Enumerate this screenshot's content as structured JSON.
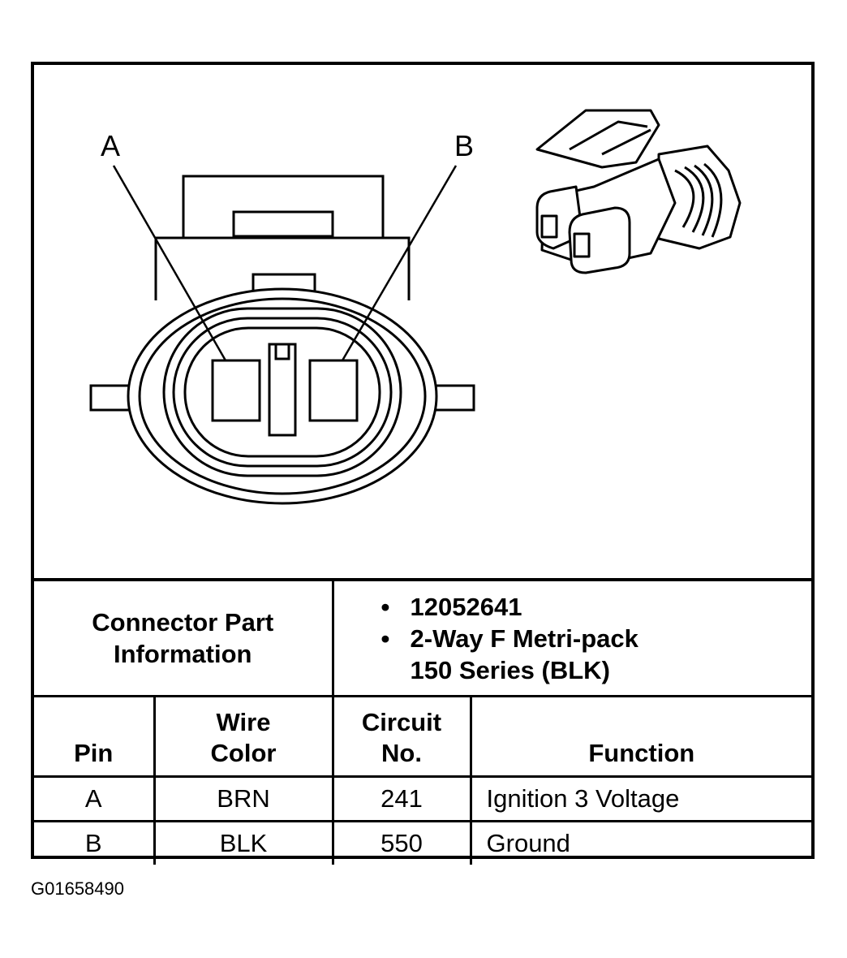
{
  "diagram": {
    "pin_a_label": "A",
    "pin_b_label": "B"
  },
  "connector_info": {
    "label_line1": "Connector Part",
    "label_line2": "Information",
    "part_number": "12052641",
    "description_line1": "2-Way F Metri-pack",
    "description_line2": "150 Series (BLK)"
  },
  "table": {
    "headers": {
      "pin": "Pin",
      "wire_color_line1": "Wire",
      "wire_color_line2": "Color",
      "circuit_line1": "Circuit",
      "circuit_line2": "No.",
      "function": "Function"
    },
    "rows": [
      {
        "pin": "A",
        "wire_color": "BRN",
        "circuit": "241",
        "function": "Ignition 3 Voltage"
      },
      {
        "pin": "B",
        "wire_color": "BLK",
        "circuit": "550",
        "function": "Ground"
      }
    ]
  },
  "figure_id": "G01658490"
}
